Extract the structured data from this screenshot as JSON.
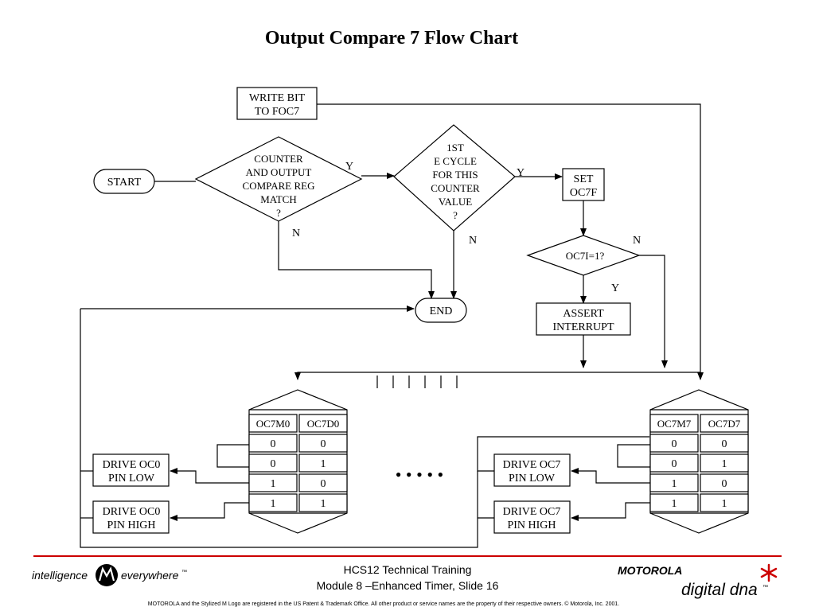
{
  "title": "Output Compare 7 Flow Chart",
  "nodes": {
    "write_bit": [
      "WRITE BIT",
      "TO FOC7"
    ],
    "start": "START",
    "decision_match": [
      "COUNTER",
      "AND OUTPUT",
      "COMPARE REG",
      "MATCH",
      "?"
    ],
    "decision_first": [
      "1ST",
      "E CYCLE",
      "FOR THIS",
      "COUNTER",
      "VALUE",
      "?"
    ],
    "set_oc7f": [
      "SET",
      "OC7F"
    ],
    "decision_oc7i": "OC7I=1?",
    "end": "END",
    "assert_interrupt": [
      "ASSERT",
      "INTERRUPT"
    ]
  },
  "edge_labels": {
    "yes": "Y",
    "no": "N"
  },
  "table_left": {
    "headers": [
      "OC7M0",
      "OC7D0"
    ],
    "rows": [
      [
        "0",
        "0"
      ],
      [
        "0",
        "1"
      ],
      [
        "1",
        "0"
      ],
      [
        "1",
        "1"
      ]
    ]
  },
  "table_right": {
    "headers": [
      "OC7M7",
      "OC7D7"
    ],
    "rows": [
      [
        "0",
        "0"
      ],
      [
        "0",
        "1"
      ],
      [
        "1",
        "0"
      ],
      [
        "1",
        "1"
      ]
    ]
  },
  "drive_left": {
    "low": [
      "DRIVE OC0",
      "PIN LOW"
    ],
    "high": [
      "DRIVE OC0",
      "PIN HIGH"
    ]
  },
  "drive_right": {
    "low": [
      "DRIVE OC7",
      "PIN LOW"
    ],
    "high": [
      "DRIVE OC7",
      "PIN HIGH"
    ]
  },
  "ellipsis": "• •   • • •",
  "footer": {
    "logo_left": "intelligence",
    "logo_right": "everywhere",
    "logo_tm": "™",
    "line1": "HCS12 Technical Training",
    "line2": "Module 8 –Enhanced Timer, Slide 16",
    "brand": "MOTOROLA",
    "tagline": "digital dna",
    "tagline_tm": "™",
    "legal": "MOTOROLA and the Stylized M Logo are registered in the US Patent & Trademark Office. All other  product or service names are  the property of their respective owners.  © Motorola, Inc. 2001.",
    "accent": "#cc0000"
  }
}
